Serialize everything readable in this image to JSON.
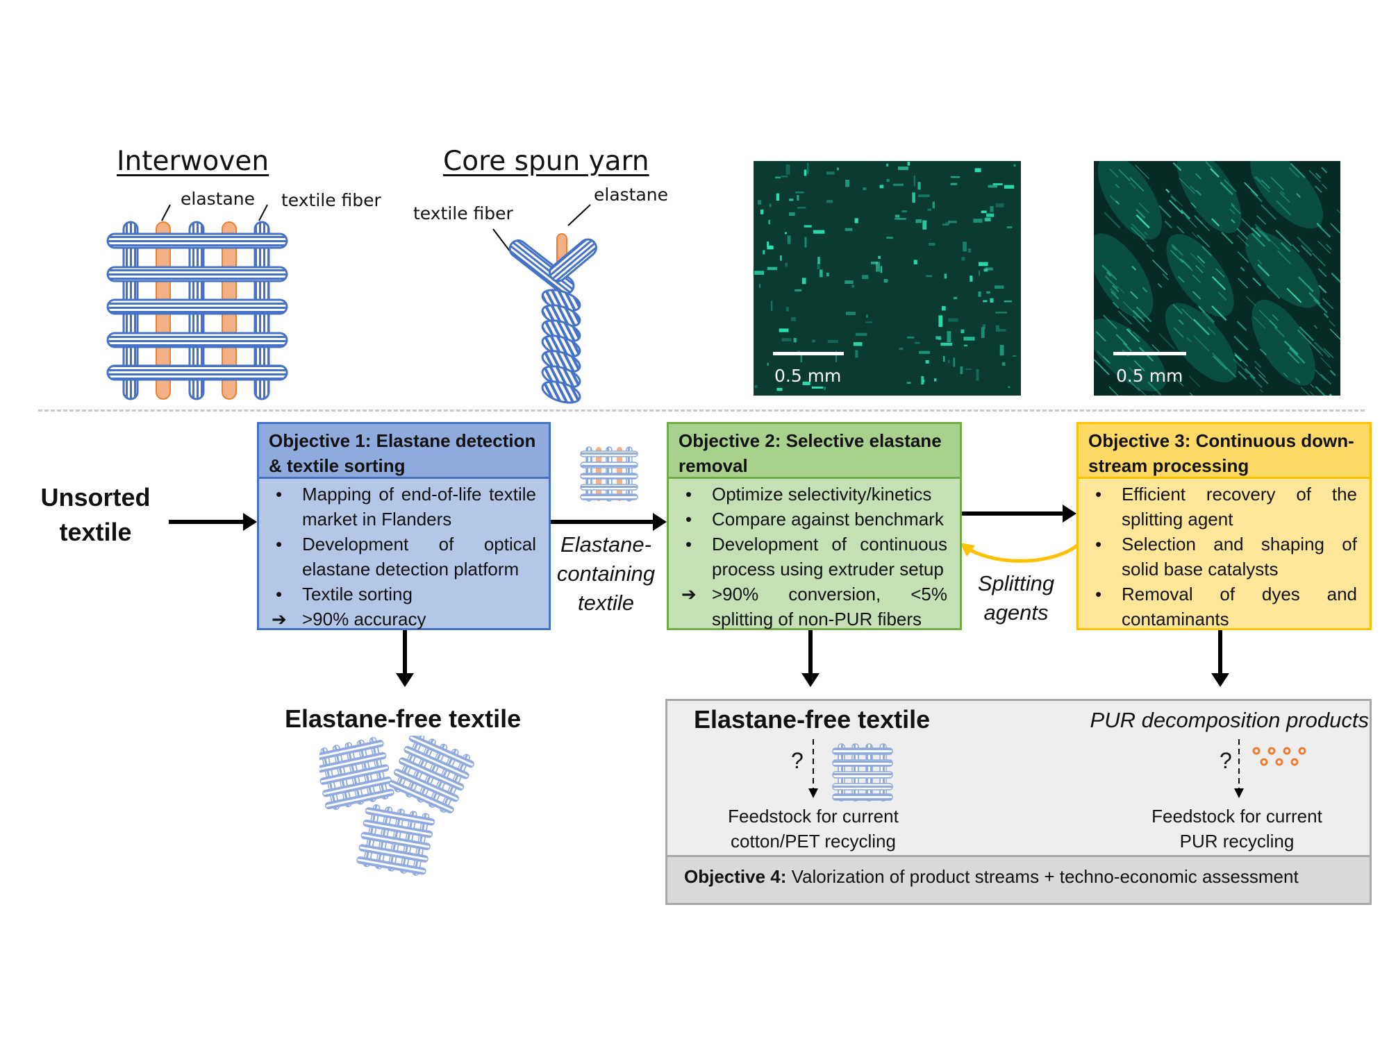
{
  "top": {
    "interwoven_title": "Interwoven",
    "interwoven_elastane": "elastane",
    "interwoven_fiber": "textile fiber",
    "core_title": "Core spun yarn",
    "core_fiber": "textile fiber",
    "core_elastane": "elastane",
    "micro1_scale": "0.5 mm",
    "micro2_scale": "0.5 mm"
  },
  "flow": {
    "input_line1": "Unsorted",
    "input_line2": "textile",
    "mid1_line1": "Elastane-",
    "mid1_line2": "containing",
    "mid1_line3": "textile",
    "mid2_line1": "Splitting",
    "mid2_line2": "agents"
  },
  "obj1": {
    "title": "Objective 1: Elastane detection & textile sorting",
    "bullets": [
      "Mapping of end-of-life textile market in Flanders",
      "Development of optical elastane detection platform",
      "Textile sorting"
    ],
    "result": ">90% accuracy"
  },
  "obj2": {
    "title": "Objective 2: Selective elastane removal",
    "bullets": [
      "Optimize selectivity/kinetics",
      "Compare against benchmark",
      "Development of continuous process using extruder setup"
    ],
    "result": ">90% conversion, <5% splitting of non-PUR fibers"
  },
  "obj3": {
    "title": "Objective 3: Continuous down-stream processing",
    "bullets": [
      "Efficient recovery of the splitting agent",
      "Selection and shaping of solid base catalysts",
      "Removal of dyes and contaminants"
    ]
  },
  "outputs": {
    "free1": "Elastane-free textile",
    "free2": "Elastane-free textile",
    "pur": "PUR decomposition products",
    "q1": "?",
    "q2": "?",
    "feed1_line1": "Feedstock for current",
    "feed1_line2": "cotton/PET recycling",
    "feed2_line1": "Feedstock for current",
    "feed2_line2": "PUR recycling",
    "obj4_bold": "Objective 4:",
    "obj4_text": " Valorization of product streams + techno-economic assessment"
  },
  "colors": {
    "blue_fill": "#b4c7e7",
    "blue_head": "#8faadc",
    "blue_border": "#4472c4",
    "green_fill": "#c5e0b4",
    "green_head": "#a9d18e",
    "green_border": "#70ad47",
    "yellow_fill": "#ffe699",
    "yellow_head": "#ffd966",
    "yellow_border": "#ffc000",
    "fiber": "#4472c4",
    "elastane": "#f4b183"
  }
}
